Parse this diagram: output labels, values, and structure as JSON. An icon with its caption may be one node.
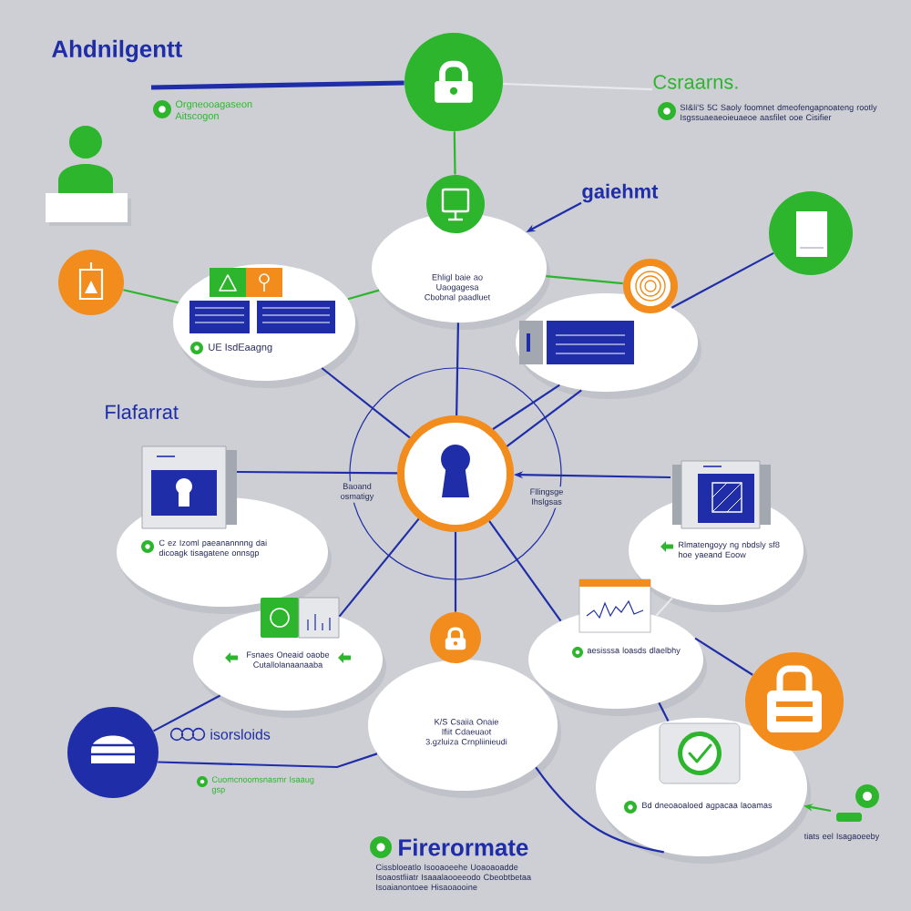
{
  "diagram": {
    "title": "Ahdnilgentt",
    "nodes": [
      {
        "text": [],
        "shape": "circle"
      },
      {
        "text": [
          "Csraarns.",
          "SI&li'S 5C Saoly foomnet dmeofengapnoateng rootly Isgssuaeaeoieuaeoe aasfilet ooe Cisifier"
        ]
      },
      {
        "text": [
          "gaiehmt"
        ]
      },
      {
        "text": [],
        "shape": "circle"
      },
      {
        "text": [],
        "shape": "circle"
      },
      {
        "text": [
          "Ehligl baie ao Uaogagesa Cbobnal paadluet"
        ]
      },
      {
        "text": [],
        "shape": "circle"
      },
      {
        "text": [],
        "shape": "circle"
      },
      {
        "text": [
          "UE IsdEaagng"
        ]
      },
      {
        "text": [],
        "shape": "ellipse"
      },
      {
        "text": [],
        "shape": "circle"
      },
      {
        "text": [
          "C ez Izoml paeanannnng dai dicoagk tisagatene onnsgp"
        ]
      },
      {
        "text": [
          "Rlmatengoyy ng nbdsly sf8 hoe yaeand Eoow"
        ]
      },
      {
        "text": [],
        "shape": "circle"
      },
      {
        "text": [
          "Fsnaes Oneaid oaobe Cutallolanaanaaba"
        ]
      },
      {
        "text": [
          "aesisssa loasds dlaelbhy"
        ]
      },
      {
        "text": [],
        "shape": "circle"
      },
      {
        "text": [
          "K/S Csaiia Onaie Ifiit Cdaeuaot 3.gzluiza Crnpliinieudi"
        ]
      },
      {
        "text": [],
        "shape": "circle"
      },
      {
        "text": [
          "Bd dneoaoaloed agpacaa laoamas"
        ]
      },
      {
        "text": [
          "tiats eel Isagaoeeby"
        ]
      }
    ],
    "edges": [
      {
        "from": null,
        "to": 0,
        "arrow": "none",
        "style": "thick"
      },
      {
        "from": 0,
        "to": 1,
        "arrow": "none",
        "color": "#e8eaed"
      },
      {
        "from": 0,
        "to": 3,
        "arrow": "none",
        "color": "#2db52d"
      },
      {
        "from": 2,
        "to": 5,
        "arrow": "to"
      },
      {
        "from": 6,
        "to": 8,
        "arrow": "none",
        "color": "#2db52d"
      },
      {
        "from": 5,
        "to": 8,
        "arrow": "none",
        "color": "#2db52d"
      },
      {
        "from": 5,
        "to": 7,
        "arrow": "none",
        "color": "#2db52d"
      },
      {
        "from": 4,
        "to": 9,
        "arrow": "none"
      },
      {
        "from": 5,
        "to": 10,
        "arrow": "none"
      },
      {
        "from": 10,
        "to": 8,
        "arrow": "none"
      },
      {
        "from": 10,
        "to": 9,
        "arrow": "none"
      },
      {
        "from": 10,
        "to": 9,
        "arrow": "none"
      },
      {
        "from": 11,
        "to": 10,
        "arrow": "none",
        "label": "Baoand osmatigy"
      },
      {
        "from": 12,
        "to": 10,
        "arrow": "to",
        "label": "Fllingsge Ihslgsas"
      },
      {
        "from": 10,
        "to": 13,
        "arrow": "none"
      },
      {
        "from": 10,
        "to": 14,
        "arrow": "none"
      },
      {
        "from": 10,
        "to": 15,
        "arrow": "none"
      },
      {
        "from": 18,
        "to": 14,
        "arrow": "none"
      },
      {
        "from": 18,
        "to": 17,
        "arrow": "none"
      },
      {
        "from": 17,
        "to": 19,
        "arrow": "none"
      },
      {
        "from": 15,
        "to": 16,
        "arrow": "none"
      },
      {
        "from": 15,
        "to": 19,
        "arrow": "none"
      },
      {
        "from": 20,
        "to": 19,
        "arrow": "to",
        "color": "#2db52d"
      },
      {
        "from": 12,
        "to": 15,
        "arrow": "none",
        "color": "#e8eaed"
      }
    ],
    "labels": [
      "Orgneooagaseon Aitscogon",
      "Flafarrat",
      "isorsloids",
      "Cuomcnoomsnasmr Isaaug gsp",
      "Firerormate",
      "Cissbloeatlo Isooaoeehe Uoaoaoadde Isoaostfiiatr Isaaalaooeeodo Cbeobtbetaa Isoaianontoee Hisaoaooine"
    ]
  }
}
